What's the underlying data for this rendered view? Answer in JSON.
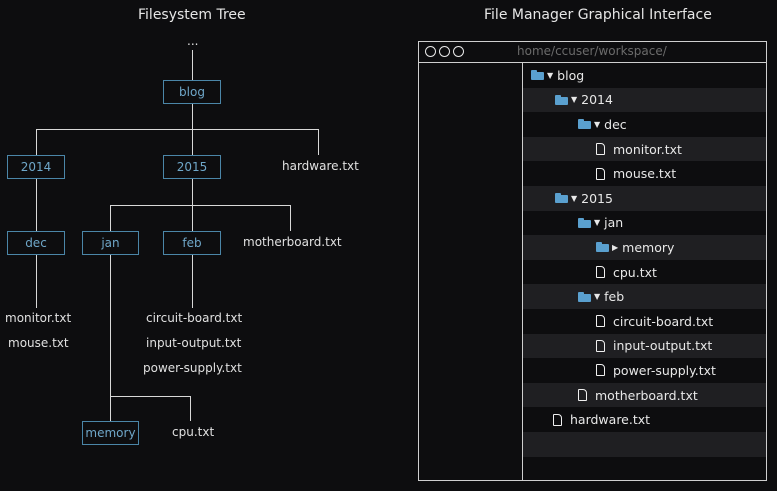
{
  "tree": {
    "title": "Filesystem Tree",
    "ellipsis": "...",
    "blog": "blog",
    "y2014": "2014",
    "y2015": "2015",
    "hardware": "hardware.txt",
    "dec": "dec",
    "jan": "jan",
    "feb": "feb",
    "motherboard": "motherboard.txt",
    "monitor": "monitor.txt",
    "mouse": "mouse.txt",
    "circuit": "circuit-board.txt",
    "io": "input-output.txt",
    "power": "power-supply.txt",
    "memory": "memory",
    "cpu": "cpu.txt"
  },
  "fm": {
    "title": "File Manager Graphical Interface",
    "path": "home/ccuser/workspace/",
    "items": [
      {
        "label": "blog",
        "type": "folder",
        "expanded": true
      },
      {
        "label": "2014",
        "type": "folder",
        "expanded": true
      },
      {
        "label": "dec",
        "type": "folder",
        "expanded": true
      },
      {
        "label": "monitor.txt",
        "type": "file"
      },
      {
        "label": "mouse.txt",
        "type": "file"
      },
      {
        "label": "2015",
        "type": "folder",
        "expanded": true
      },
      {
        "label": "jan",
        "type": "folder",
        "expanded": true
      },
      {
        "label": "memory",
        "type": "folder",
        "expanded": false
      },
      {
        "label": "cpu.txt",
        "type": "file"
      },
      {
        "label": "feb",
        "type": "folder",
        "expanded": true
      },
      {
        "label": "circuit-board.txt",
        "type": "file"
      },
      {
        "label": "input-output.txt",
        "type": "file"
      },
      {
        "label": "power-supply.txt",
        "type": "file"
      },
      {
        "label": "motherboard.txt",
        "type": "file"
      },
      {
        "label": "hardware.txt",
        "type": "file"
      }
    ]
  },
  "colors": {
    "accent": "#5aa0cf",
    "node_border": "#4b86a8",
    "row_alt": "#1f1f22"
  }
}
